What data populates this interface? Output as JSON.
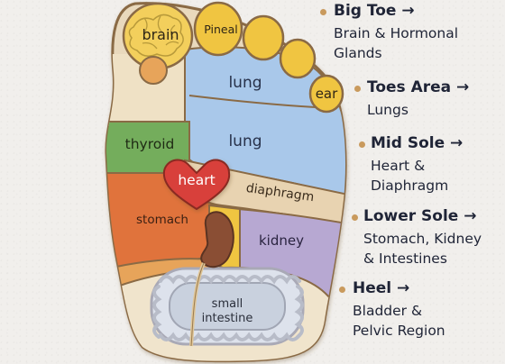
{
  "diagram": {
    "regions": {
      "brain": "brain",
      "pineal": "Pineal",
      "lung_upper": "lung",
      "lung_lower": "lung",
      "ear": "ear",
      "thyroid": "thyroid",
      "heart": "heart",
      "diaphragm": "diaphragm",
      "stomach": "stomach",
      "kidney": "kidney",
      "small_intestine_line1": "small",
      "small_intestine_line2": "intestine"
    },
    "colors": {
      "outline": "#8a6a45",
      "brain_lobe": "#f3cf5c",
      "toe_yellow": "#f0c541",
      "lung": "#a9c8ea",
      "thyroid": "#74ad5c",
      "heart": "#d8413a",
      "stomach": "#e0733c",
      "diaphragm": "#e8d3b1",
      "kidney_zone": "#b7a8d2",
      "intestine_zone": "#dde2ec",
      "orange": "#e7a45a",
      "bullet": "#c99a5d"
    }
  },
  "legend": [
    {
      "title": "Big Toe →",
      "lines": [
        "Brain & Hormonal",
        "Glands"
      ]
    },
    {
      "title": "Toes Area →",
      "lines": [
        "Lungs"
      ]
    },
    {
      "title": "Mid Sole →",
      "lines": [
        "Heart &",
        "Diaphragm"
      ]
    },
    {
      "title": "Lower Sole →",
      "lines": [
        "Stomach, Kidney",
        "& Intestines"
      ]
    },
    {
      "title": "Heel →",
      "lines": [
        "Bladder &",
        "Pelvic Region"
      ]
    }
  ]
}
